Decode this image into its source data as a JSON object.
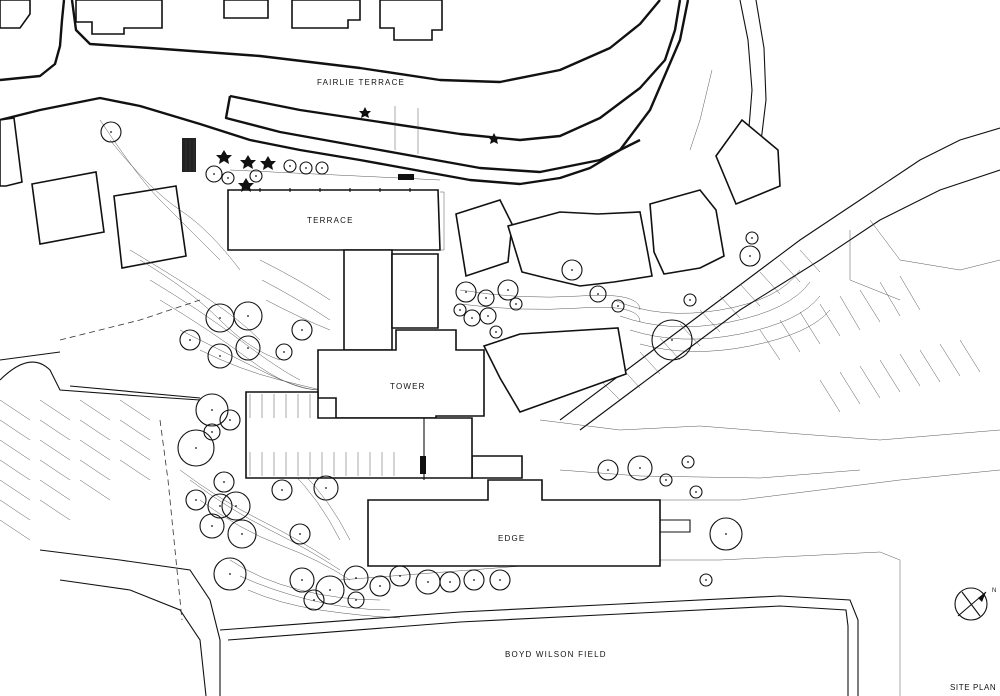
{
  "labels": {
    "fairlie_terrace": "FAIRLIE TERRACE",
    "terrace": "TERRACE",
    "tower": "TOWER",
    "edge": "EDGE",
    "boyd_wilson_field": "BOYD WILSON FIELD",
    "site_plan": "SITE PLAN",
    "north": "N"
  }
}
